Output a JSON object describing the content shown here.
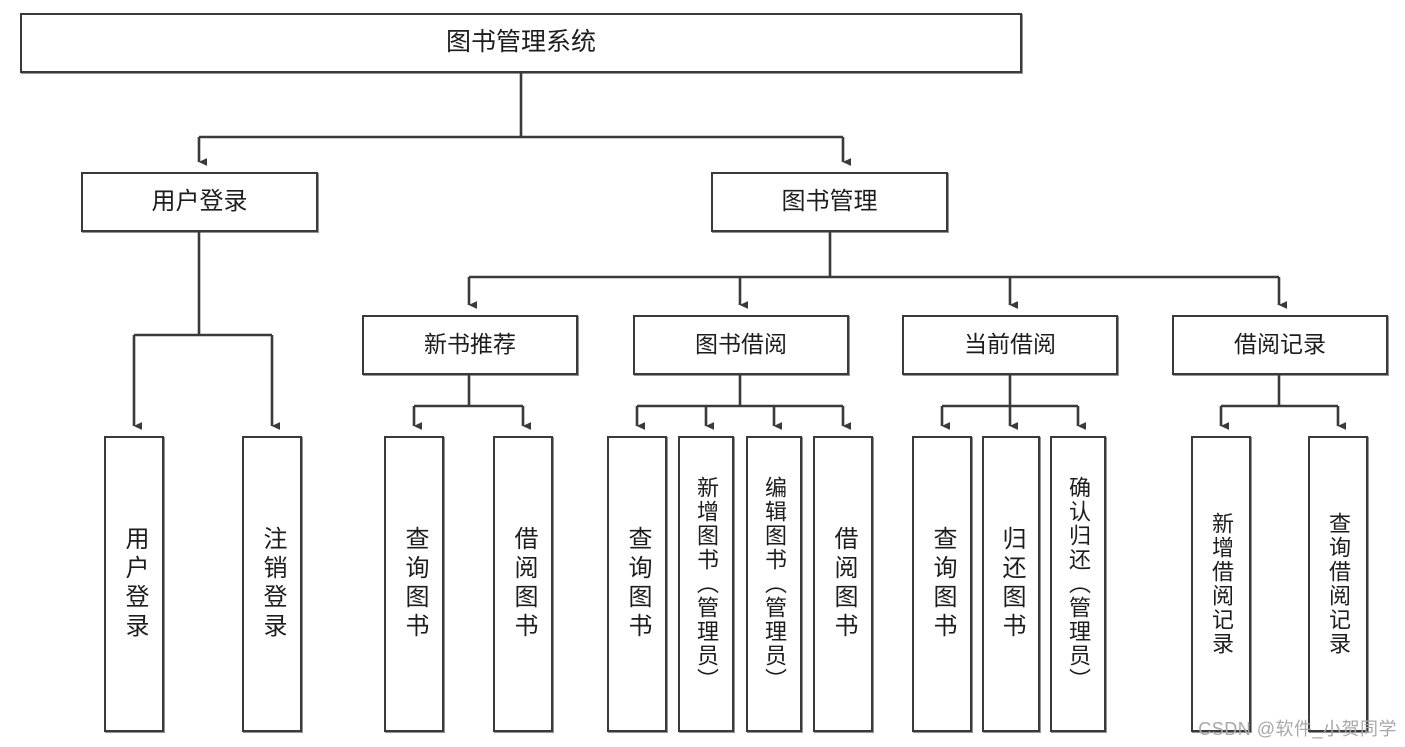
{
  "diagram": {
    "title": "图书管理系统",
    "type": "hierarchy-tree",
    "root": {
      "label": "图书管理系统"
    },
    "level1": [
      {
        "label": "用户登录"
      },
      {
        "label": "图书管理"
      }
    ],
    "level2": [
      {
        "label": "新书推荐"
      },
      {
        "label": "图书借阅"
      },
      {
        "label": "当前借阅"
      },
      {
        "label": "借阅记录"
      }
    ],
    "leaves": {
      "user_login": [
        {
          "label": "用户登录"
        },
        {
          "label": "注销登录"
        }
      ],
      "new_book_recommend": [
        {
          "label": "查询图书"
        },
        {
          "label": "借阅图书"
        }
      ],
      "book_borrow": [
        {
          "label": "查询图书"
        },
        {
          "label": "新增图书（管理员）"
        },
        {
          "label": "编辑图书（管理员）"
        },
        {
          "label": "借阅图书"
        }
      ],
      "current_borrow": [
        {
          "label": "查询图书"
        },
        {
          "label": "归还图书"
        },
        {
          "label": "确认归还（管理员）"
        }
      ],
      "borrow_record": [
        {
          "label": "新增借阅记录"
        },
        {
          "label": "查询借阅记录"
        }
      ]
    }
  },
  "watermark": {
    "text": "CSDN @软件_小贺同学"
  },
  "colors": {
    "stroke": "#3a3a3a",
    "text": "#1d1d1d",
    "background": "#ffffff",
    "watermark": "#a8a8a8"
  }
}
